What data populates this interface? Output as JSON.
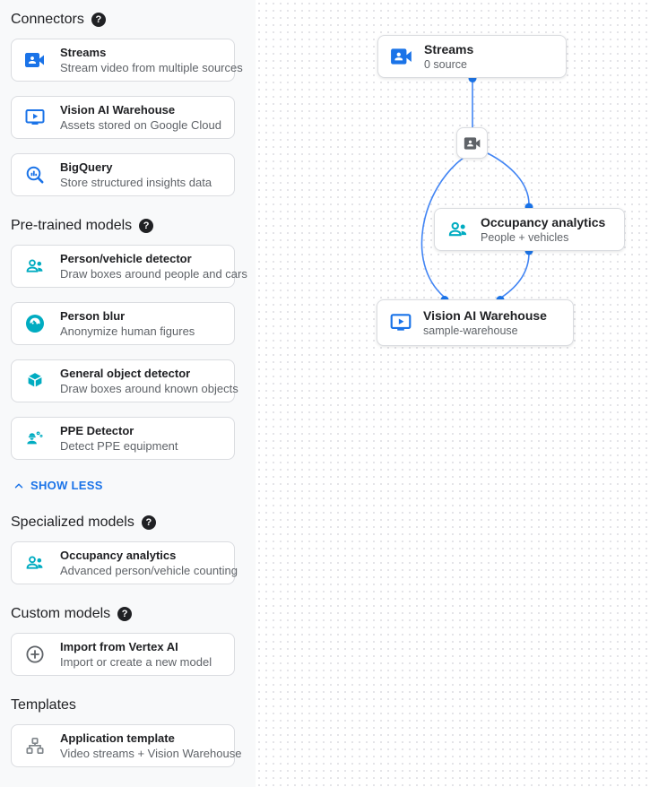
{
  "colors": {
    "brand_blue": "#1a73e8",
    "model_teal": "#00acc1",
    "edge_blue": "#4285f4",
    "card_border": "#dadce0",
    "title_text": "#202124",
    "subtitle_text": "#5f6368",
    "sidebar_bg": "#f8f9fa"
  },
  "icons": {
    "help_glyph": "?"
  },
  "sidebar": {
    "show_less": "SHOW LESS",
    "sections": {
      "connectors": {
        "title": "Connectors",
        "items": [
          {
            "title": "Streams",
            "subtitle": "Stream video from multiple sources",
            "icon": "video-camera"
          },
          {
            "title": "Vision AI Warehouse",
            "subtitle": "Assets stored on Google Cloud",
            "icon": "monitor-play"
          },
          {
            "title": "BigQuery",
            "subtitle": "Store structured insights data",
            "icon": "search-chart"
          }
        ]
      },
      "pretrained": {
        "title": "Pre-trained models",
        "items": [
          {
            "title": "Person/vehicle detector",
            "subtitle": "Draw boxes around people and cars",
            "icon": "people"
          },
          {
            "title": "Person blur",
            "subtitle": "Anonymize human figures",
            "icon": "face-blur"
          },
          {
            "title": "General object detector",
            "subtitle": "Draw boxes around known objects",
            "icon": "cube"
          },
          {
            "title": "PPE Detector",
            "subtitle": "Detect PPE equipment",
            "icon": "ppe-person"
          }
        ]
      },
      "specialized": {
        "title": "Specialized models",
        "items": [
          {
            "title": "Occupancy analytics",
            "subtitle": "Advanced person/vehicle counting",
            "icon": "people"
          }
        ]
      },
      "custom": {
        "title": "Custom models",
        "items": [
          {
            "title": "Import from Vertex AI",
            "subtitle": "Import or create a new model",
            "icon": "add-circle"
          }
        ]
      },
      "templates": {
        "title": "Templates",
        "items": [
          {
            "title": "Application template",
            "subtitle": "Video streams + Vision Warehouse",
            "icon": "sitemap"
          }
        ]
      }
    }
  },
  "canvas": {
    "nodes": {
      "streams": {
        "title": "Streams",
        "subtitle": "0 source"
      },
      "occupancy": {
        "title": "Occupancy analytics",
        "subtitle": "People + vehicles"
      },
      "warehouse": {
        "title": "Vision AI Warehouse",
        "subtitle": "sample-warehouse"
      }
    }
  }
}
